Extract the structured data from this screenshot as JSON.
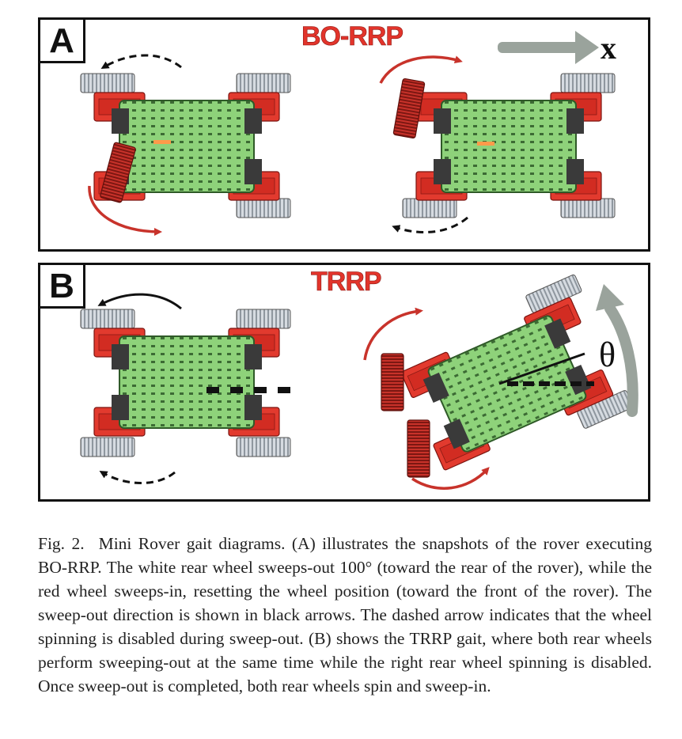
{
  "panels": [
    {
      "letter": "A",
      "gait_name": "BO-RRP",
      "axis_label": "x"
    },
    {
      "letter": "B",
      "gait_name": "TRRP",
      "angle_label": "θ"
    }
  ],
  "caption": {
    "figure_label": "Fig. 2.",
    "text": "Mini Rover gait diagrams. (A) illustrates the snapshots of the rover executing BO-RRP. The white rear wheel sweeps-out 100° (toward the rear of the rover), while the red wheel sweeps-in, resetting the wheel position (toward the front of the rover). The sweep-out direction is shown in black arrows. The dashed arrow indicates that the wheel spinning is disabled during sweep-out. (B) shows the TRRP gait, where both rear wheels perform sweeping-out at the same time while the right rear wheel spinning is disabled. Once sweep-out is completed, both rear wheels spin and sweep-in."
  },
  "colors": {
    "gait_title": "#e2342b",
    "sweep_in_arrow": "#c8332b",
    "sweep_out_arrow": "#111111",
    "motion_arrow": "#9aa39c",
    "chassis": "#8ed27a",
    "leg": "#e23a2e",
    "wheel": "#d9dde2"
  }
}
